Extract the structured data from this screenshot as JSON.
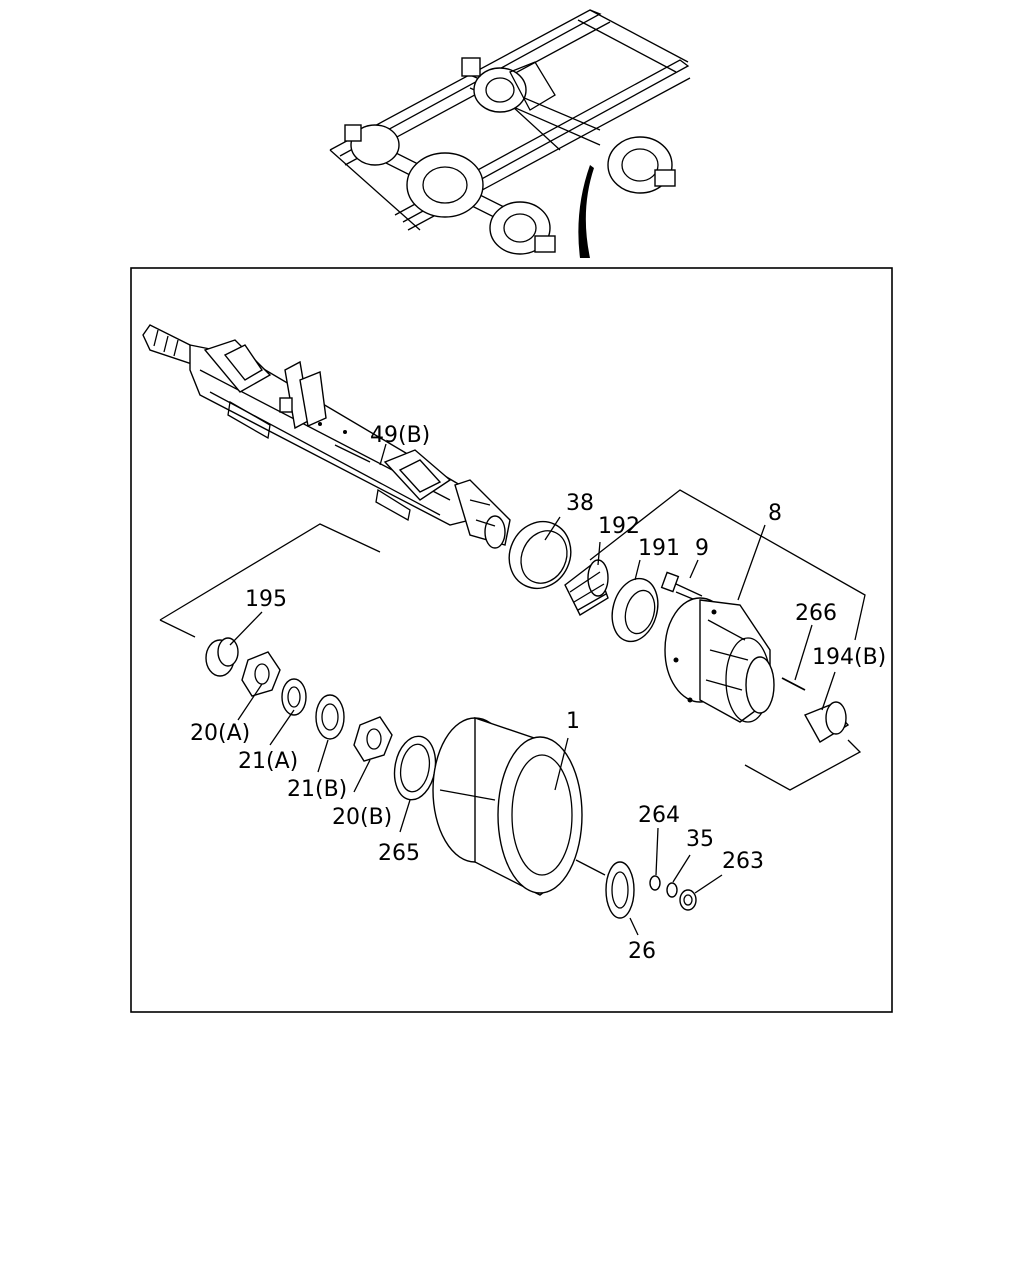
{
  "labels": {
    "p49b": "49(B)",
    "p38": "38",
    "p192": "192",
    "p191": "191",
    "p9": "9",
    "p8": "8",
    "p266": "266",
    "p194b": "194(B)",
    "p195": "195",
    "p20a": "20(A)",
    "p21a": "21(A)",
    "p21b": "21(B)",
    "p20b": "20(B)",
    "p265": "265",
    "p1": "1",
    "p264": "264",
    "p35": "35",
    "p263": "263",
    "p26": "26"
  }
}
